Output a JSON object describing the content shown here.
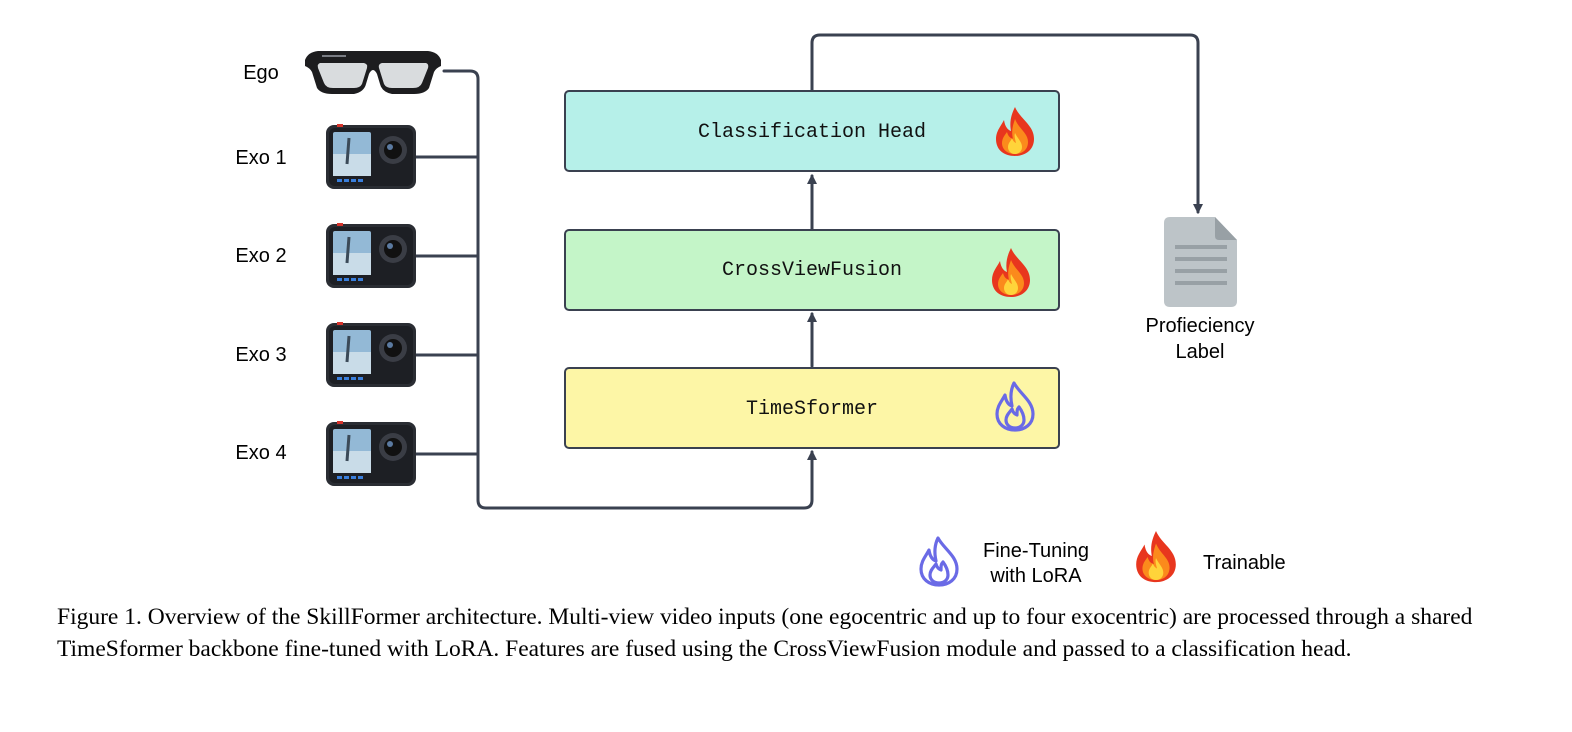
{
  "inputs": [
    {
      "label": "Ego",
      "icon": "smart-glasses-icon"
    },
    {
      "label": "Exo 1",
      "icon": "action-camera-icon"
    },
    {
      "label": "Exo 2",
      "icon": "action-camera-icon"
    },
    {
      "label": "Exo 3",
      "icon": "action-camera-icon"
    },
    {
      "label": "Exo 4",
      "icon": "action-camera-icon"
    }
  ],
  "blocks": {
    "classification_head": {
      "label": "Classification Head",
      "fill": "#b6f0e9",
      "icon": "flame-icon"
    },
    "cross_view_fusion": {
      "label": "CrossViewFusion",
      "fill": "#c4f5c8",
      "icon": "flame-icon"
    },
    "timesformer": {
      "label": "TimeSformer",
      "fill": "#fdf6a6",
      "icon": "flame-outline-icon"
    }
  },
  "output": {
    "label_line1": "Profieciency",
    "label_line2": "Label",
    "icon": "document-icon"
  },
  "legend": {
    "lora_line1": "Fine-Tuning",
    "lora_line2": "with LoRA",
    "lora_icon": "flame-outline-icon",
    "trainable": "Trainable",
    "trainable_icon": "flame-icon"
  },
  "caption": "Figure 1.  Overview of the SkillFormer architecture. Multi-view video inputs (one egocentric and up to four exocentric) are processed through a shared TimeSformer backbone fine-tuned with LoRA. Features are fused using the CrossViewFusion module and passed to a classification head.",
  "colors": {
    "line": "#3a4150",
    "flame_outline": "#6a6ae6",
    "flame_red": "#e8361e",
    "flame_orange": "#fb8a1c",
    "flame_yellow": "#ffd43a"
  }
}
